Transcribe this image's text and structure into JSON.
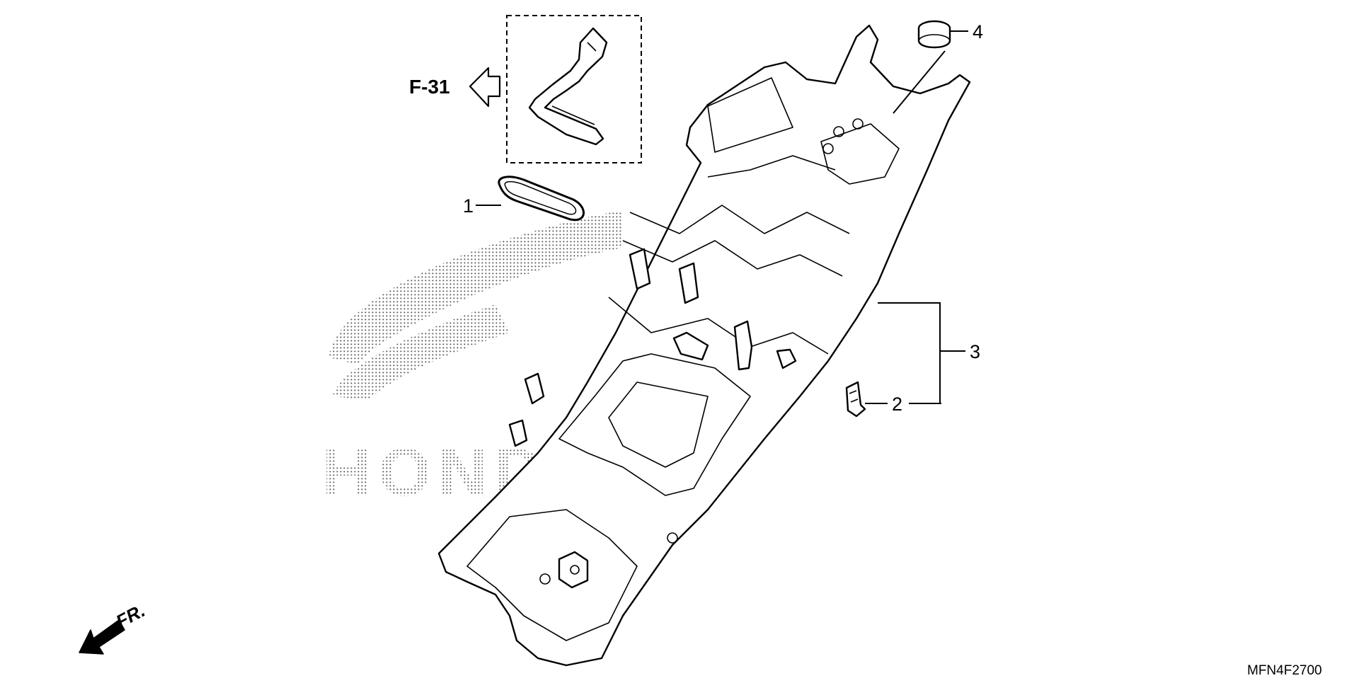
{
  "diagram": {
    "reference": "F-31",
    "callouts": [
      "1",
      "2",
      "3",
      "4"
    ],
    "front_label": "FR.",
    "watermark": "HONDA",
    "part_code": "MFN4F2700"
  }
}
